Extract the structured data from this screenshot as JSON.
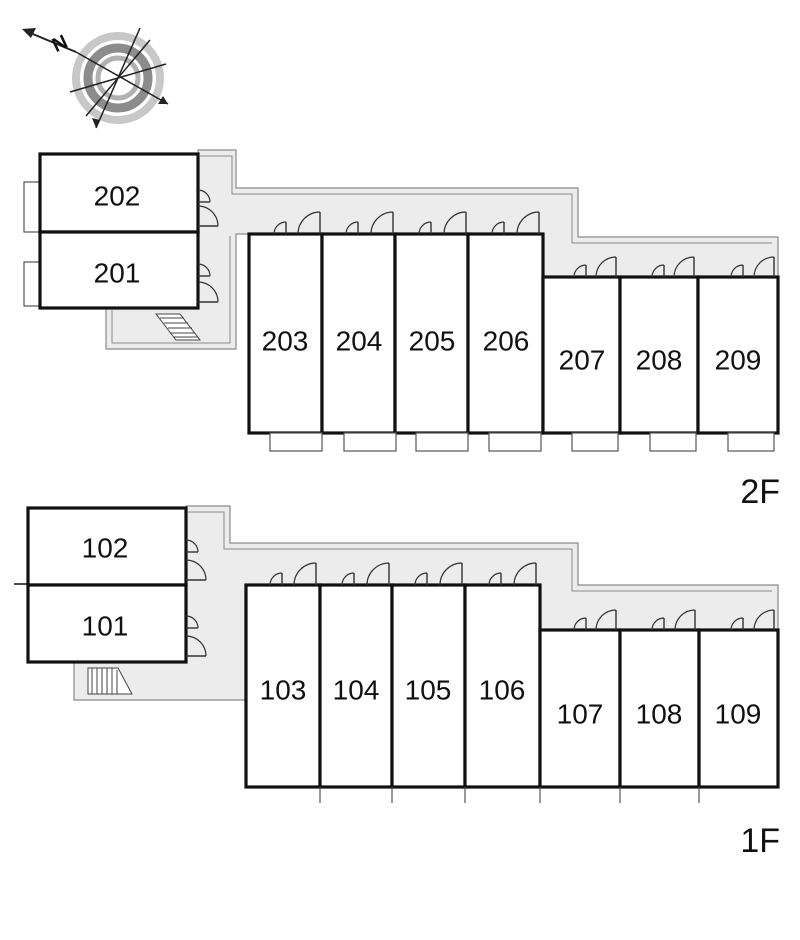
{
  "compass": {
    "north_label": "N",
    "icon": "compass-rose-icon"
  },
  "floors": [
    {
      "label": "2F",
      "units": [
        "202",
        "201",
        "203",
        "204",
        "205",
        "206",
        "207",
        "208",
        "209"
      ]
    },
    {
      "label": "1F",
      "units": [
        "102",
        "101",
        "103",
        "104",
        "105",
        "106",
        "107",
        "108",
        "109"
      ]
    }
  ],
  "colors": {
    "walls": "#111111",
    "corridor": "#ececec",
    "corridor_edge": "#8a8a8a"
  }
}
